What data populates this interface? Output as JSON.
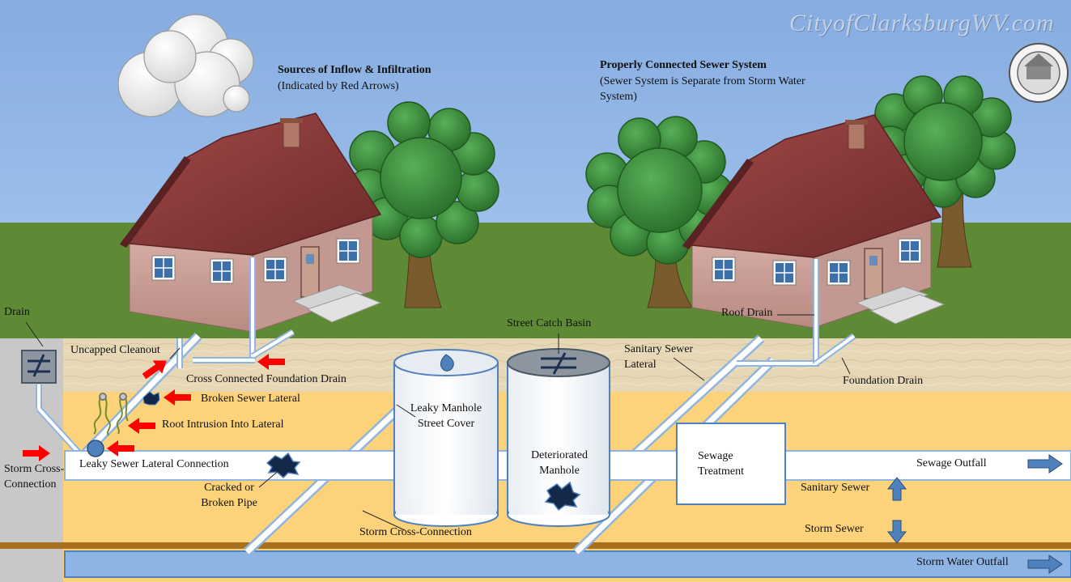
{
  "watermark": "CityofClarksburgWV.com",
  "headings": {
    "left_title": "Sources of Inflow & Infiltration",
    "left_subtitle": "(Indicated by Red Arrows)",
    "right_title": "Properly Connected Sewer System",
    "right_subtitle": "(Sewer System is Separate from Storm Water System)"
  },
  "labels": {
    "drain": "Drain",
    "uncapped_cleanout": "Uncapped Cleanout",
    "cross_connected_foundation_drain": "Cross Connected Foundation Drain",
    "broken_sewer_lateral": "Broken Sewer Lateral",
    "root_intrusion": "Root Intrusion Into Lateral",
    "storm_cross_connection_left": "Storm Cross- Connection",
    "leaky_sewer_lateral_connection": "Leaky Sewer Lateral Connection",
    "cracked_pipe": "Cracked or Broken Pipe",
    "leaky_manhole": "Leaky Manhole Street Cover",
    "street_catch_basin": "Street Catch Basin",
    "deteriorated_manhole": "Deteriorated Manhole",
    "storm_cross_connection": "Storm Cross-Connection",
    "sanitary_sewer_lateral": "Sanitary Sewer Lateral",
    "roof_drain": "Roof Drain",
    "foundation_drain": "Foundation Drain",
    "sewage_treatment": "Sewage Treatment",
    "sewage_outfall": "Sewage Outfall",
    "sanitary_sewer": "Sanitary Sewer",
    "storm_sewer": "Storm Sewer",
    "storm_water_outfall": "Storm Water Outfall"
  },
  "colors": {
    "sky": "#8db3e2",
    "grass": "#5f8a35",
    "soil_light": "#e8dcc0",
    "soil": "#fcd27a",
    "sidewalk": "#c8c8c8",
    "pipe_fill": "#ffffff",
    "pipe_edge": "#8fb4e0",
    "storm_pipe": "#8eb4e3",
    "red_arrow": "#ff0000",
    "blue_arrow": "#4f81bd",
    "roof": "#8b3a3a",
    "wall": "#c9a098",
    "tree_green": "#3a8a3a",
    "trunk": "#7a5b2e"
  }
}
